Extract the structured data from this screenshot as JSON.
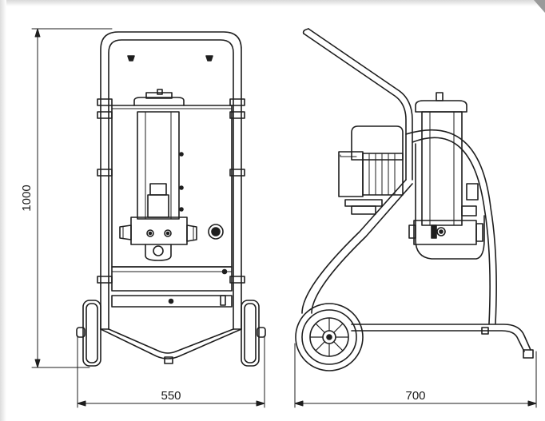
{
  "dimensions": {
    "height": "1000",
    "front_width": "550",
    "side_depth": "700"
  },
  "colors": {
    "line": "#1e1e1e",
    "background": "#ffffff",
    "corner_accent": "#9a9a9a"
  }
}
